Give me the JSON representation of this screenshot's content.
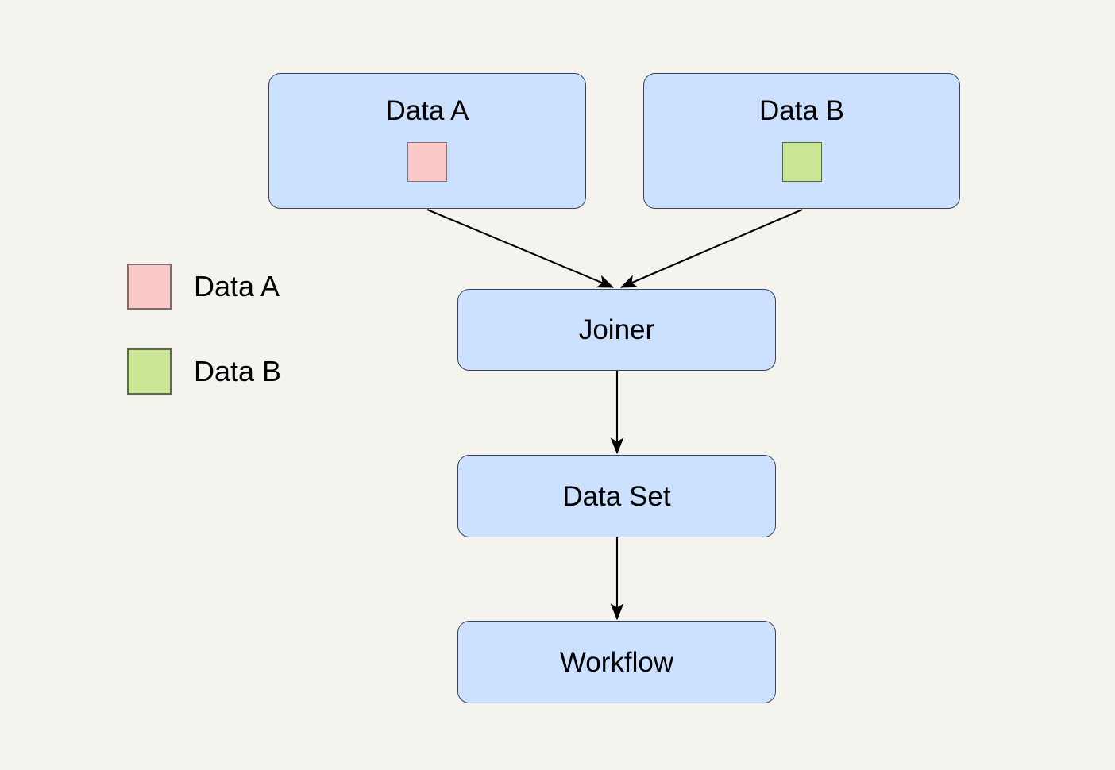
{
  "diagram": {
    "background_color": "#f4f3ee",
    "node_fill": "#cce0ff",
    "node_stroke": "#3a4256",
    "edge_color": "#000000",
    "nodes": [
      {
        "id": "data-a",
        "label": "Data A",
        "swatch_color": "#fcc9c9",
        "swatch_name": "data-a-color-swatch"
      },
      {
        "id": "data-b",
        "label": "Data B",
        "swatch_color": "#cbe695",
        "swatch_name": "data-b-color-swatch"
      },
      {
        "id": "joiner",
        "label": "Joiner"
      },
      {
        "id": "data-set",
        "label": "Data Set"
      },
      {
        "id": "workflow",
        "label": "Workflow"
      }
    ],
    "edges": [
      {
        "from": "data-a",
        "to": "joiner"
      },
      {
        "from": "data-b",
        "to": "joiner"
      },
      {
        "from": "joiner",
        "to": "data-set"
      },
      {
        "from": "data-set",
        "to": "workflow"
      }
    ]
  },
  "legend": {
    "items": [
      {
        "label": "Data A",
        "color": "#fcc9c9"
      },
      {
        "label": "Data B",
        "color": "#cbe695"
      }
    ]
  }
}
